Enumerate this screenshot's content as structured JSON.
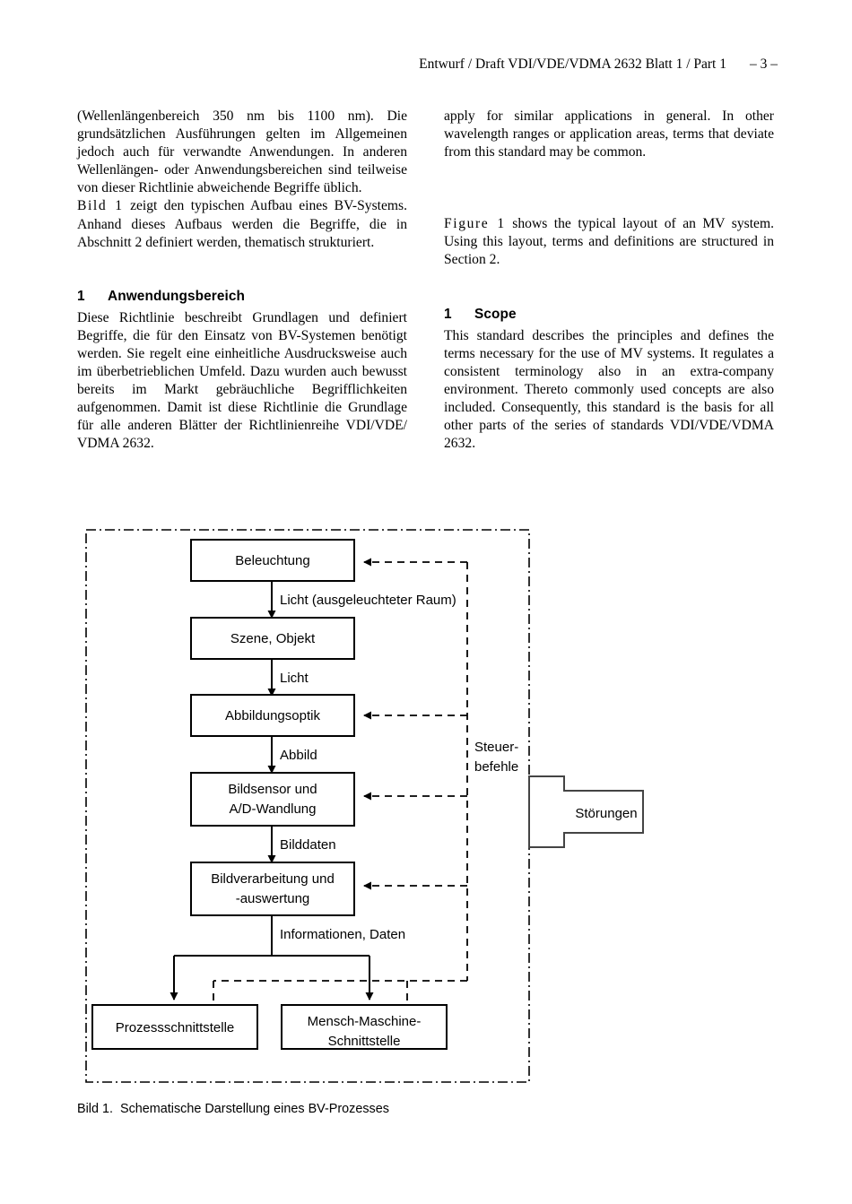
{
  "header": {
    "title": "Entwurf / Draft  VDI/VDE/VDMA 2632 Blatt 1 / Part 1",
    "page_number": "– 3 –"
  },
  "left_column": {
    "para1": "(Wellenlängenbereich 350 nm bis 1100 nm). Die grundsätzlichen Ausführungen gelten im Allgemeinen jedoch auch für verwandte Anwendungen. In anderen Wellenlängen- oder Anwendungsbereichen sind teilweise von dieser Richtlinie abweichende Begriffe üblich.",
    "para2_lead": "Bild 1",
    "para2_rest": " zeigt den typischen Aufbau eines BV-Systems. Anhand dieses Aufbaus werden die Begriffe, die in Abschnitt 2 definiert werden, thematisch strukturiert.",
    "section_number": "1",
    "section_title": "Anwendungsbereich",
    "section_body": "Diese Richtlinie beschreibt Grundlagen und definiert Begriffe, die für den Einsatz von BV-Systemen benötigt werden. Sie regelt eine einheitliche Ausdrucksweise auch im überbetrieblichen Umfeld. Dazu wurden auch bewusst bereits im Markt gebräuchliche Begrifflichkeiten aufgenommen. Damit ist diese Richtlinie die Grundlage für alle anderen Blätter der Richtlinienreihe VDI/VDE/ VDMA 2632."
  },
  "right_column": {
    "para1": "apply for similar applications in general. In other wavelength ranges or application areas, terms that deviate from this standard may be common.",
    "para2_lead": "Figure 1",
    "para2_rest": " shows the typical layout of an MV system. Using this layout, terms and definitions are structured in Section 2.",
    "section_number": "1",
    "section_title": "Scope",
    "section_body": "This standard describes the principles and defines the terms necessary for the use of MV systems. It regulates a consistent terminology also in an extra-company environment. Thereto commonly used concepts are also included. Consequently, this standard is the basis for all other parts of the series of standards VDI/VDE/VDMA 2632."
  },
  "figure": {
    "caption_label": "Bild 1.",
    "caption_text": "Schematische Darstellung eines BV-Prozesses",
    "boxes": [
      {
        "id": "beleuchtung",
        "label": "Beleuchtung"
      },
      {
        "id": "szene-objekt",
        "label": "Szene, Objekt"
      },
      {
        "id": "abbildungsoptik",
        "label": "Abbildungsoptik"
      },
      {
        "id": "bildsensor",
        "label_line1": "Bildsensor und",
        "label_line2": "A/D-Wandlung"
      },
      {
        "id": "bildverarbeitung",
        "label_line1": "Bildverarbeitung und",
        "label_line2": "-auswertung"
      },
      {
        "id": "prozessschnittstelle",
        "label": "Prozessschnittstelle"
      },
      {
        "id": "mensch-maschine-schnittstelle",
        "label_line1": "Mensch-Maschine-",
        "label_line2": "Schnittstelle"
      }
    ],
    "edge_labels": [
      {
        "id": "licht-raum",
        "label": "Licht (ausgeleuchteter Raum)"
      },
      {
        "id": "licht",
        "label": "Licht"
      },
      {
        "id": "abbild",
        "label": "Abbild"
      },
      {
        "id": "bilddaten",
        "label": "Bilddaten"
      },
      {
        "id": "informationen-daten",
        "label": "Informationen, Daten"
      }
    ],
    "annotations": [
      {
        "id": "steuerbefehle",
        "line1": "Steuer-",
        "line2": "befehle"
      },
      {
        "id": "stoerungen",
        "label": "Störungen"
      }
    ],
    "colors": {
      "stroke": "#000000",
      "box_fill": "#ffffff",
      "boundary": "#000000"
    }
  }
}
